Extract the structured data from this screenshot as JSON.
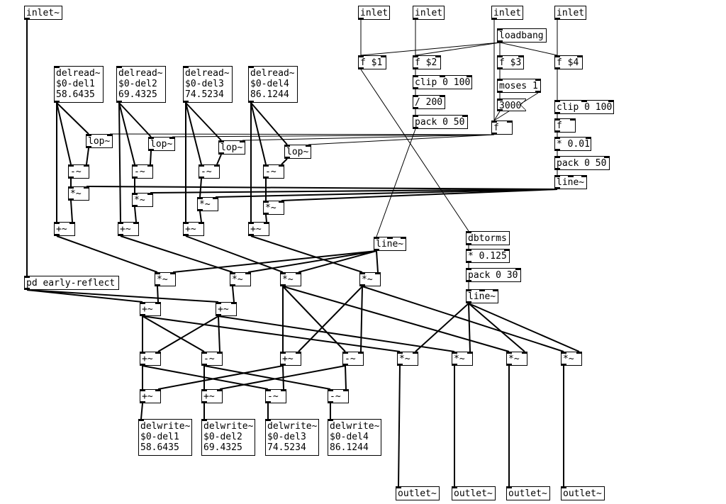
{
  "objects": [
    {
      "id": "inlet-1",
      "lines": [
        "inlet~"
      ],
      "kind": "obj"
    },
    {
      "id": "inlet-2",
      "lines": [
        "inlet"
      ],
      "kind": "obj"
    },
    {
      "id": "inlet-3",
      "lines": [
        "inlet"
      ],
      "kind": "obj"
    },
    {
      "id": "inlet-4",
      "lines": [
        "inlet"
      ],
      "kind": "obj"
    },
    {
      "id": "inlet-5",
      "lines": [
        "inlet"
      ],
      "kind": "obj"
    },
    {
      "id": "loadbang",
      "lines": [
        "loadbang"
      ],
      "kind": "obj"
    },
    {
      "id": "f-1",
      "lines": [
        "f $1"
      ],
      "kind": "obj"
    },
    {
      "id": "f-2",
      "lines": [
        "f $2"
      ],
      "kind": "obj"
    },
    {
      "id": "f-3",
      "lines": [
        "f $3"
      ],
      "kind": "obj"
    },
    {
      "id": "f-4",
      "lines": [
        "f $4"
      ],
      "kind": "obj"
    },
    {
      "id": "clip-1",
      "lines": [
        "clip 0 100"
      ],
      "kind": "obj"
    },
    {
      "id": "moses",
      "lines": [
        "moses 1"
      ],
      "kind": "obj"
    },
    {
      "id": "div-200",
      "lines": [
        "/ 200"
      ],
      "kind": "obj"
    },
    {
      "id": "msg-3000",
      "lines": [
        "3000"
      ],
      "kind": "msg"
    },
    {
      "id": "pack-1",
      "lines": [
        "pack 0 50"
      ],
      "kind": "obj"
    },
    {
      "id": "f-5",
      "lines": [
        "f"
      ],
      "kind": "obj"
    },
    {
      "id": "clip-2",
      "lines": [
        "clip 0 100"
      ],
      "kind": "obj"
    },
    {
      "id": "f-6",
      "lines": [
        "f"
      ],
      "kind": "obj"
    },
    {
      "id": "mul-001",
      "lines": [
        "* 0.01"
      ],
      "kind": "obj"
    },
    {
      "id": "pack-2",
      "lines": [
        "pack 0 50"
      ],
      "kind": "obj"
    },
    {
      "id": "line-1",
      "lines": [
        "line~"
      ],
      "kind": "obj"
    },
    {
      "id": "delread-1",
      "lines": [
        "delread~",
        "$0-del1",
        "58.6435"
      ],
      "kind": "obj"
    },
    {
      "id": "delread-2",
      "lines": [
        "delread~",
        "$0-del2",
        "69.4325"
      ],
      "kind": "obj"
    },
    {
      "id": "delread-3",
      "lines": [
        "delread~",
        "$0-del3",
        "74.5234"
      ],
      "kind": "obj"
    },
    {
      "id": "delread-4",
      "lines": [
        "delread~",
        "$0-del4",
        "86.1244"
      ],
      "kind": "obj"
    },
    {
      "id": "lop-1",
      "lines": [
        "lop~"
      ],
      "kind": "obj"
    },
    {
      "id": "lop-2",
      "lines": [
        "lop~"
      ],
      "kind": "obj"
    },
    {
      "id": "lop-3",
      "lines": [
        "lop~"
      ],
      "kind": "obj"
    },
    {
      "id": "lop-4",
      "lines": [
        "lop~"
      ],
      "kind": "obj"
    },
    {
      "id": "sub-1",
      "lines": [
        "-~"
      ],
      "kind": "obj"
    },
    {
      "id": "sub-2",
      "lines": [
        "-~"
      ],
      "kind": "obj"
    },
    {
      "id": "sub-3",
      "lines": [
        "-~"
      ],
      "kind": "obj"
    },
    {
      "id": "sub-4",
      "lines": [
        "-~"
      ],
      "kind": "obj"
    },
    {
      "id": "mul-1",
      "lines": [
        "*~"
      ],
      "kind": "obj"
    },
    {
      "id": "mul-2",
      "lines": [
        "*~"
      ],
      "kind": "obj"
    },
    {
      "id": "mul-3",
      "lines": [
        "*~"
      ],
      "kind": "obj"
    },
    {
      "id": "mul-4",
      "lines": [
        "*~"
      ],
      "kind": "obj"
    },
    {
      "id": "add-1",
      "lines": [
        "+~"
      ],
      "kind": "obj"
    },
    {
      "id": "add-2",
      "lines": [
        "+~"
      ],
      "kind": "obj"
    },
    {
      "id": "add-3",
      "lines": [
        "+~"
      ],
      "kind": "obj"
    },
    {
      "id": "add-4",
      "lines": [
        "+~"
      ],
      "kind": "obj"
    },
    {
      "id": "line-2",
      "lines": [
        "line~"
      ],
      "kind": "obj"
    },
    {
      "id": "dbtorms",
      "lines": [
        "dbtorms"
      ],
      "kind": "obj"
    },
    {
      "id": "mul-0125",
      "lines": [
        "* 0.125"
      ],
      "kind": "obj"
    },
    {
      "id": "pack-3",
      "lines": [
        "pack 0 30"
      ],
      "kind": "obj"
    },
    {
      "id": "line-3",
      "lines": [
        "line~"
      ],
      "kind": "obj"
    },
    {
      "id": "early-reflect",
      "lines": [
        "pd early-reflect"
      ],
      "kind": "obj"
    },
    {
      "id": "gmul-1",
      "lines": [
        "*~"
      ],
      "kind": "obj"
    },
    {
      "id": "gmul-2",
      "lines": [
        "*~"
      ],
      "kind": "obj"
    },
    {
      "id": "gmul-3",
      "lines": [
        "*~"
      ],
      "kind": "obj"
    },
    {
      "id": "gmul-4",
      "lines": [
        "*~"
      ],
      "kind": "obj"
    },
    {
      "id": "eadd-1",
      "lines": [
        "+~"
      ],
      "kind": "obj"
    },
    {
      "id": "eadd-2",
      "lines": [
        "+~"
      ],
      "kind": "obj"
    },
    {
      "id": "h1-add",
      "lines": [
        "+~"
      ],
      "kind": "obj"
    },
    {
      "id": "h1-sub",
      "lines": [
        "-~"
      ],
      "kind": "obj"
    },
    {
      "id": "h2-add",
      "lines": [
        "+~"
      ],
      "kind": "obj"
    },
    {
      "id": "h2-sub",
      "lines": [
        "-~"
      ],
      "kind": "obj"
    },
    {
      "id": "h3-add-1",
      "lines": [
        "+~"
      ],
      "kind": "obj"
    },
    {
      "id": "h3-add-2",
      "lines": [
        "+~"
      ],
      "kind": "obj"
    },
    {
      "id": "h3-sub-1",
      "lines": [
        "-~"
      ],
      "kind": "obj"
    },
    {
      "id": "h3-sub-2",
      "lines": [
        "-~"
      ],
      "kind": "obj"
    },
    {
      "id": "omul-1",
      "lines": [
        "*~"
      ],
      "kind": "obj"
    },
    {
      "id": "omul-2",
      "lines": [
        "*~"
      ],
      "kind": "obj"
    },
    {
      "id": "omul-3",
      "lines": [
        "*~"
      ],
      "kind": "obj"
    },
    {
      "id": "omul-4",
      "lines": [
        "*~"
      ],
      "kind": "obj"
    },
    {
      "id": "delwrite-1",
      "lines": [
        "delwrite~",
        "$0-del1",
        "58.6435"
      ],
      "kind": "obj"
    },
    {
      "id": "delwrite-2",
      "lines": [
        "delwrite~",
        "$0-del2",
        "69.4325"
      ],
      "kind": "obj"
    },
    {
      "id": "delwrite-3",
      "lines": [
        "delwrite~",
        "$0-del3",
        "74.5234"
      ],
      "kind": "obj"
    },
    {
      "id": "delwrite-4",
      "lines": [
        "delwrite~",
        "$0-del4",
        "86.1244"
      ],
      "kind": "obj"
    },
    {
      "id": "outlet-1",
      "lines": [
        "outlet~"
      ],
      "kind": "obj"
    },
    {
      "id": "outlet-2",
      "lines": [
        "outlet~"
      ],
      "kind": "obj"
    },
    {
      "id": "outlet-3",
      "lines": [
        "outlet~"
      ],
      "kind": "obj"
    },
    {
      "id": "outlet-4",
      "lines": [
        "outlet~"
      ],
      "kind": "obj"
    }
  ]
}
